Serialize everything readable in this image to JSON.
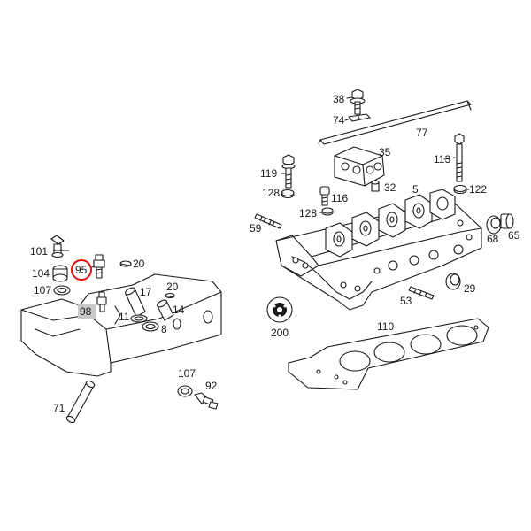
{
  "diagram": {
    "highlight_color": "#e01010",
    "labels": {
      "l38": "38",
      "l74": "74",
      "l77": "77",
      "l35": "35",
      "l119": "119",
      "l113": "113",
      "l128a": "128",
      "l116": "116",
      "l32": "32",
      "l5": "5",
      "l122": "122",
      "l128b": "128",
      "l59": "59",
      "l68": "68",
      "l65": "65",
      "l101": "101",
      "l104": "104",
      "l95": "95",
      "l20a": "20",
      "l107a": "107",
      "l17": "17",
      "l20b": "20",
      "l98": "98",
      "l11": "11",
      "l14": "14",
      "l8": "8",
      "l29": "29",
      "l53": "53",
      "l200": "200",
      "l110": "110",
      "l107b": "107",
      "l92": "92",
      "l71": "71"
    }
  }
}
